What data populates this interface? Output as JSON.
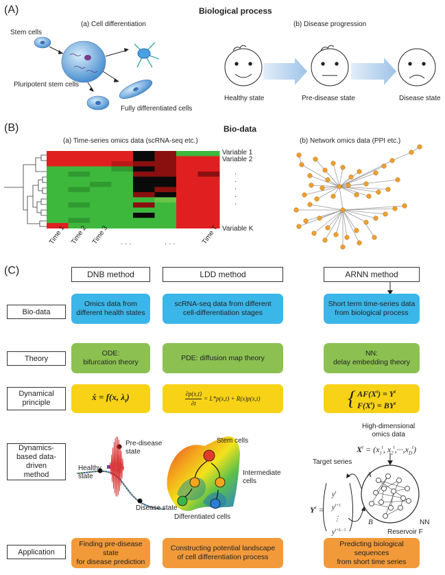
{
  "panel_a": {
    "label": "(A)",
    "title": "Biological process",
    "sub_a": "(a) Cell differentiation",
    "sub_b": "(b) Disease progression",
    "stem_cells": "Stem cells",
    "pluripotent": "Pluripotent stem cells",
    "fully_diff": "Fully differentiated cells",
    "healthy": "Healthy state",
    "pre_disease": "Pre-disease state",
    "disease": "Disease state"
  },
  "panel_b": {
    "label": "(B)",
    "title": "Bio-data",
    "sub_a": "(a) Time-series omics data (scRNA-seq etc.)",
    "sub_b": "(b) Network omics data (PPI etc.)",
    "var1": "Variable 1",
    "var2": "Variable 2",
    "vark": "Variable K",
    "vdots": "·\n·\n·\n·\n·",
    "time1": "Time 1",
    "time2": "Time 2",
    "time3": "Time 3",
    "dots1": "· · ·",
    "dots2": "· · ·",
    "timeT": "Time T"
  },
  "panel_c": {
    "label": "(C)",
    "methods": [
      "DNB method",
      "LDD method",
      "ARNN method"
    ],
    "rows": [
      "Bio-data",
      "Theory",
      "Dynamical principle",
      "Dynamics-based data-driven method",
      "Application"
    ],
    "biodata": [
      "Omics data from\ndifferent health states",
      "scRNA-seq data from different\ncell-differentiation stages",
      "Short term time-series data\nfrom biological process"
    ],
    "theory": [
      "ODE:\nbifurcation theory",
      "PDE: diffusion map theory",
      "NN:\ndelay embedding theory"
    ],
    "application": [
      "Finding pre-disease state\nfor disease prediction",
      "Constructing potential landscape\nof cell differentiation process",
      "Predicting biological sequences\nfrom short time series"
    ],
    "dnb_pre": "Pre-disease\nstate",
    "dnb_healthy": "Healthy\nstate",
    "dnb_disease": "Disease state",
    "ldd_stem": "Stem cells",
    "ldd_inter": "Intermediate\ncells",
    "ldd_diff": "Differentiated cells",
    "arnn_high": "High-dimensional\nomics data",
    "arnn_target": "Target series",
    "arnn_nn": "NN",
    "arnn_reservoir": "Reservoir F",
    "arnn_a": "A",
    "arnn_b": "B"
  },
  "colors": {
    "blue": "#3bb6e8",
    "green": "#8cc152",
    "yellow": "#f7d217",
    "orange": "#f29a3a",
    "heat_red": "#e02020",
    "heat_green": "#3db83d",
    "node": "#f0a030"
  }
}
